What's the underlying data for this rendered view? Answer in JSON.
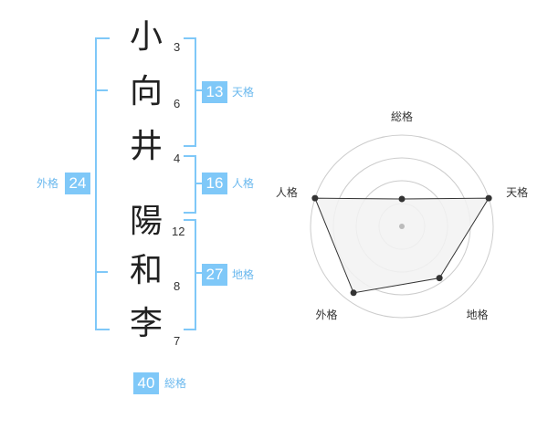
{
  "name": {
    "chars": [
      {
        "char": "小",
        "strokes": "3"
      },
      {
        "char": "向",
        "strokes": "6"
      },
      {
        "char": "井",
        "strokes": "4"
      },
      {
        "char": "陽",
        "strokes": "12"
      },
      {
        "char": "和",
        "strokes": "8"
      },
      {
        "char": "李",
        "strokes": "7"
      }
    ]
  },
  "fortunes": {
    "tenkaku": {
      "label": "天格",
      "value": "13"
    },
    "jinkaku": {
      "label": "人格",
      "value": "16"
    },
    "chikaku": {
      "label": "地格",
      "value": "27"
    },
    "gaikaku": {
      "label": "外格",
      "value": "24"
    },
    "soukaku": {
      "label": "総格",
      "value": "40"
    }
  },
  "colors": {
    "accent": "#7fc8f8",
    "accent_text": "#6ab8ee",
    "radar_fill": "#f2f2f2",
    "radar_line": "#333333",
    "ring": "#cccccc"
  },
  "chart_data": {
    "type": "radar",
    "axes": [
      "総格",
      "天格",
      "地格",
      "外格",
      "人格"
    ],
    "values": [
      1.5,
      5,
      3.5,
      4.5,
      5
    ],
    "rmax": 5,
    "rings": 4
  }
}
